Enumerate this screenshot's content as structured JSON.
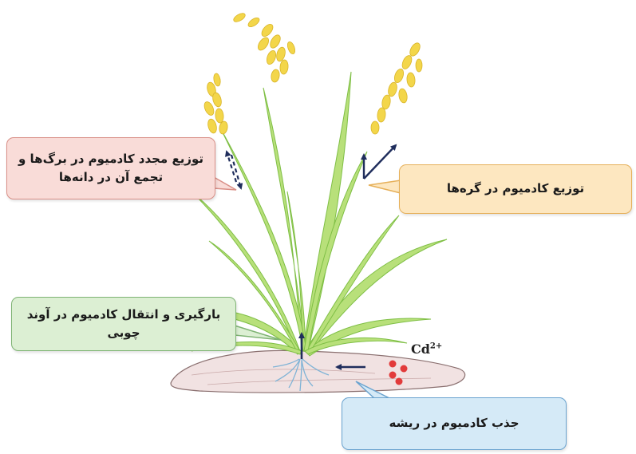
{
  "callouts": {
    "redistribution": "توزیع مجدد کادمیوم در برگ‌ها و تجمع آن در دانه‌ها",
    "nodes": "توزیع کادمیوم در گره‌ها",
    "xylem": "بارگیری و انتقال کادمیوم در آوند چوبی",
    "root": "جذب کادمیوم در ریشه"
  },
  "ion": {
    "symbol": "Cd",
    "charge": "2+"
  },
  "colors": {
    "leaf": "#a9d86e",
    "leaf_dark": "#7fbf45",
    "grain": "#f3d64a",
    "soil": "#f1e2e2",
    "arrow": "#1f2d5c",
    "cadmium": "#e23b3b",
    "root": "#7fb3d6"
  },
  "icons": [
    "solid-arrow",
    "dashed-arrow",
    "cadmium-dots"
  ]
}
